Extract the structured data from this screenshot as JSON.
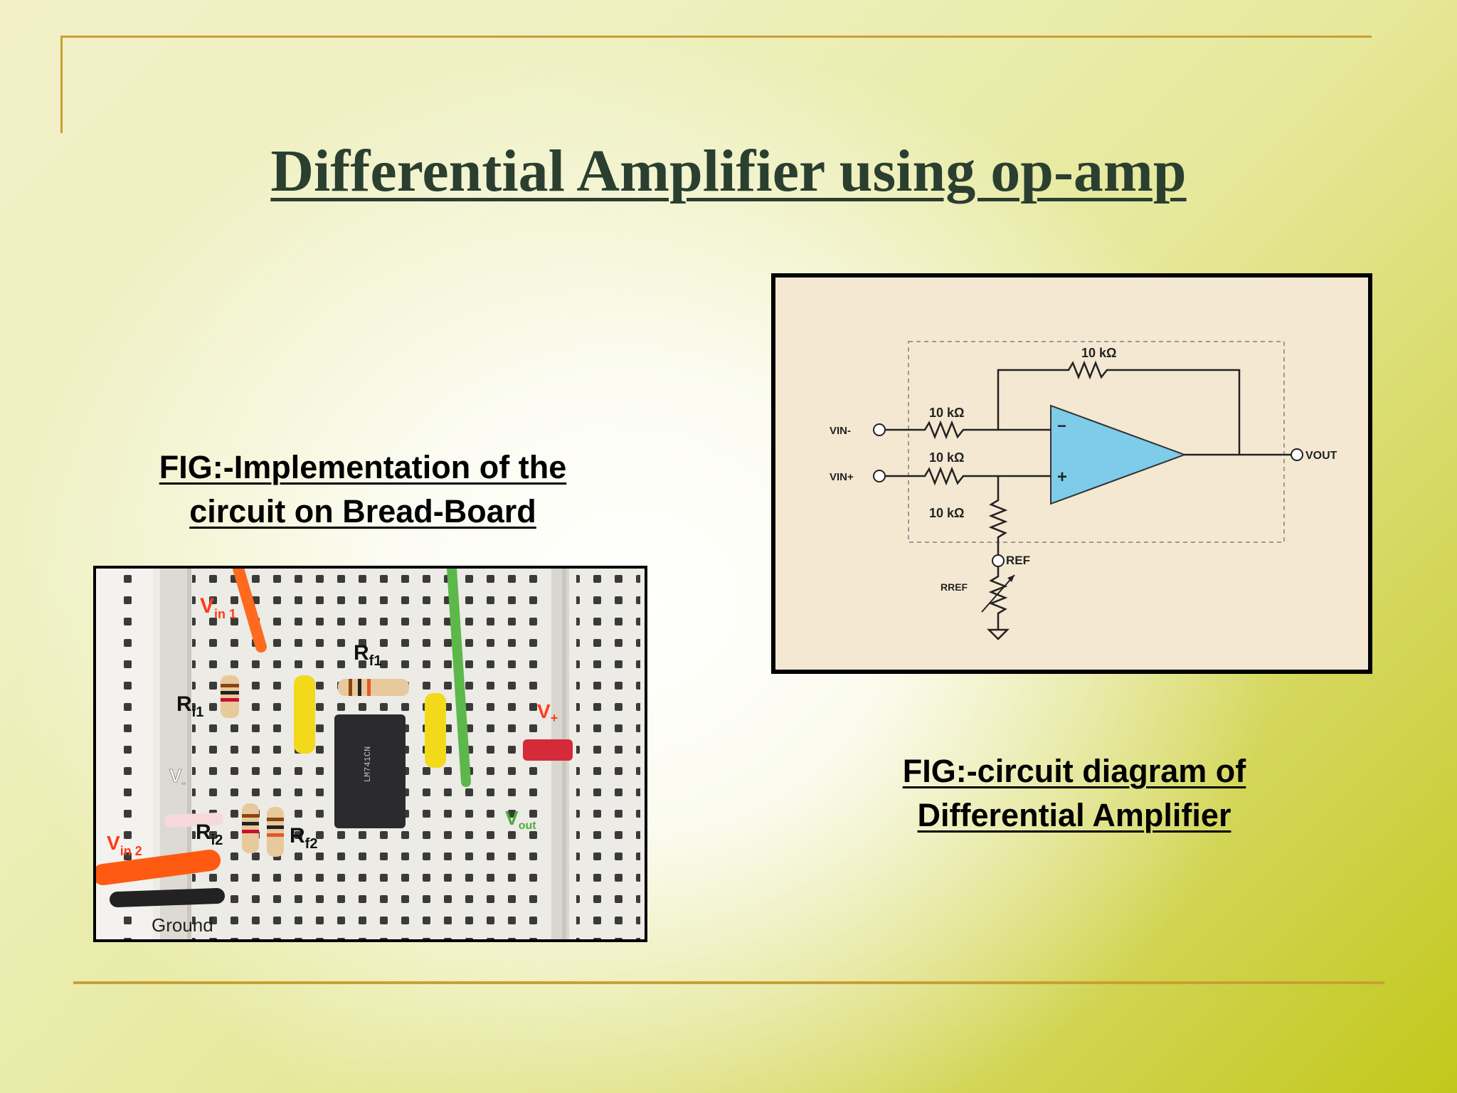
{
  "slide": {
    "title": "Differential Amplifier using op-amp",
    "accent_color": "#c9a033",
    "title_color": "#2b3f30"
  },
  "left_figure": {
    "caption_line1": "FIG:-Implementation of the",
    "caption_line2": "circuit on Bread-Board",
    "labels": {
      "vin1": "V",
      "vin1_sub": "in 1",
      "ri1": "R",
      "ri1_sub": "i1",
      "rf1": "R",
      "rf1_sub": "f1",
      "vplus": "V",
      "vplus_sub": "+",
      "vminus": "V",
      "vminus_sub": "-",
      "ri2": "R",
      "ri2_sub": "i2",
      "rf2": "R",
      "rf2_sub": "f2",
      "vout": "V",
      "vout_sub": "out",
      "vin2": "V",
      "vin2_sub": "in 2",
      "ground": "Ground"
    }
  },
  "right_figure": {
    "caption_line1": "FIG:-circuit diagram of",
    "caption_line2": "Differential Amplifier",
    "labels": {
      "r_feedback": "10 kΩ",
      "r_in_minus": "10 kΩ",
      "r_in_plus": "10 kΩ",
      "r_ref": "10 kΩ",
      "vin_minus": "VIN-",
      "vin_plus": "VIN+",
      "vout": "VOUT",
      "ref": "REF",
      "rref": "RREF",
      "minus_sign": "−",
      "plus_sign": "+"
    },
    "opamp_color": "#7ecbea"
  }
}
